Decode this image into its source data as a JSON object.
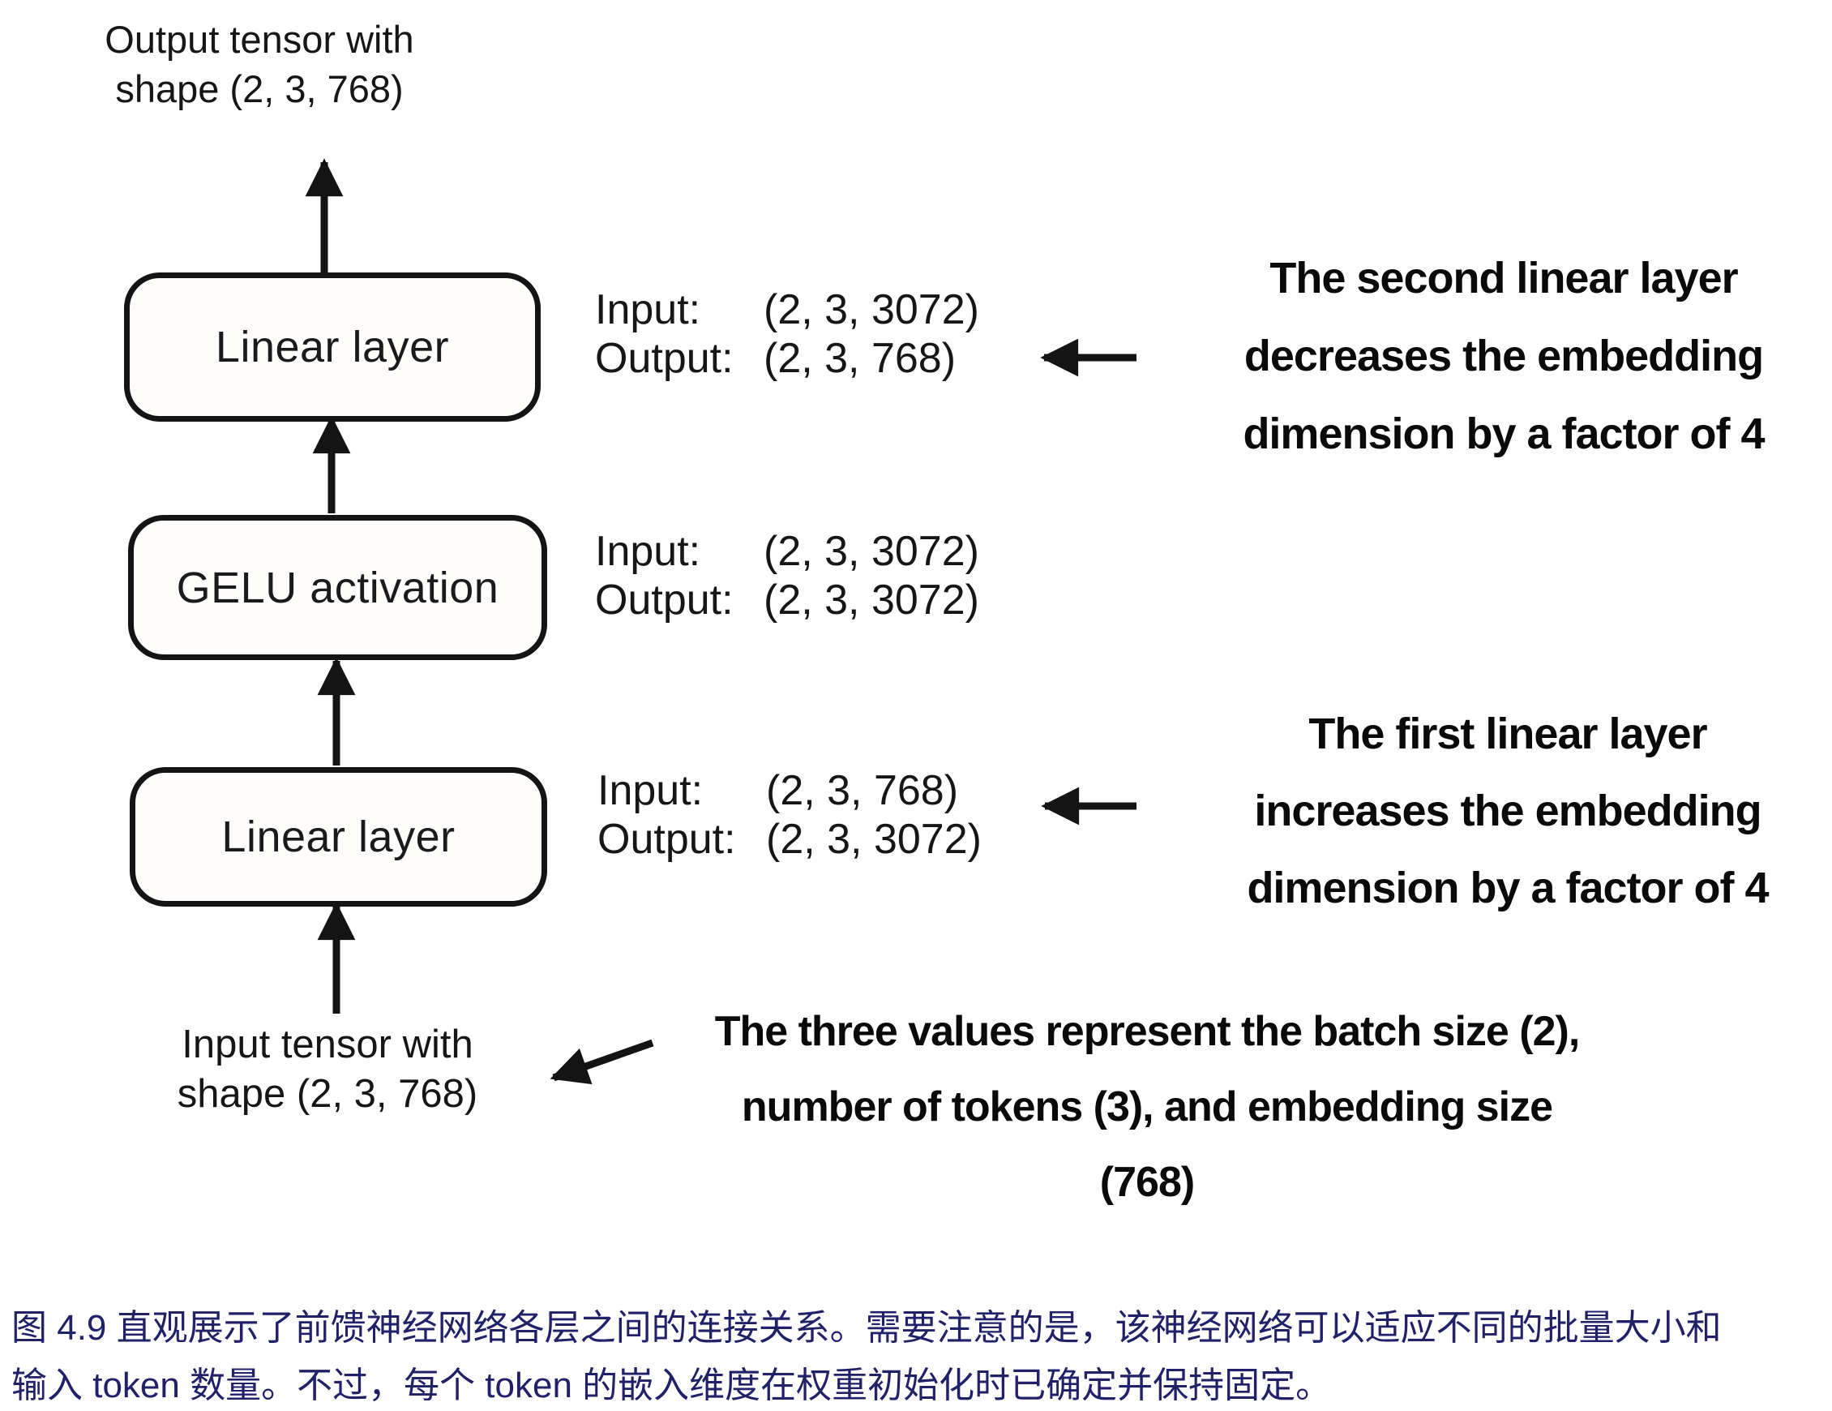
{
  "figure": {
    "top_label": "Output tensor with\nshape (2, 3, 768)",
    "bottom_label": "Input tensor with\nshape (2, 3, 768)",
    "io_heading_input": "Input:",
    "io_heading_output": "Output:",
    "layers": [
      {
        "name": "Linear layer",
        "input": "(2, 3, 3072)",
        "output": "(2, 3, 768)"
      },
      {
        "name": "GELU activation",
        "input": "(2, 3, 3072)",
        "output": "(2, 3, 3072)"
      },
      {
        "name": "Linear layer",
        "input": "(2, 3, 768)",
        "output": "(2, 3, 3072)"
      }
    ],
    "annotations": {
      "second_linear": "The second linear layer\ndecreases the embedding\ndimension by a factor of 4",
      "first_linear": "The first linear layer\nincreases the embedding\ndimension by a factor of 4",
      "three_values": "The three values represent the batch size (2),\nnumber of tokens (3), and embedding size\n(768)"
    }
  },
  "caption": {
    "label": "图 4.9",
    "text": "图 4.9 直观展示了前馈神经网络各层之间的连接关系。需要注意的是，该神经网络可以适应不同的批量大小和\n输入 token 数量。不过，每个 token 的嵌入维度在权重初始化时已确定并保持固定。",
    "color": "#202168"
  },
  "colors": {
    "ink": "#141414",
    "background": "#ffffff"
  }
}
